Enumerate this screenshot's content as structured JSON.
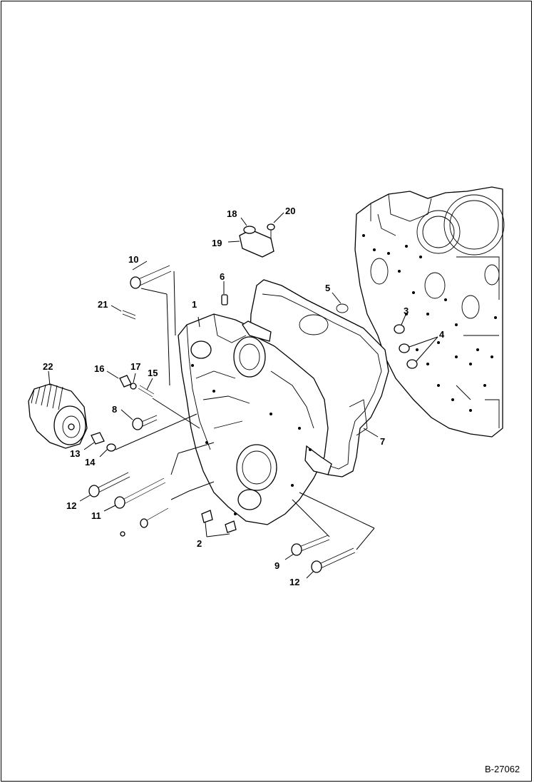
{
  "drawing": {
    "reference": "B-27062",
    "callouts": [
      {
        "id": "c1",
        "label": "1"
      },
      {
        "id": "c2",
        "label": "2"
      },
      {
        "id": "c3",
        "label": "3"
      },
      {
        "id": "c4",
        "label": "4"
      },
      {
        "id": "c5",
        "label": "5"
      },
      {
        "id": "c6",
        "label": "6"
      },
      {
        "id": "c7",
        "label": "7"
      },
      {
        "id": "c8",
        "label": "8"
      },
      {
        "id": "c9",
        "label": "9"
      },
      {
        "id": "c10",
        "label": "10"
      },
      {
        "id": "c11",
        "label": "11"
      },
      {
        "id": "c12a",
        "label": "12"
      },
      {
        "id": "c12b",
        "label": "12"
      },
      {
        "id": "c13",
        "label": "13"
      },
      {
        "id": "c14",
        "label": "14"
      },
      {
        "id": "c15",
        "label": "15"
      },
      {
        "id": "c16",
        "label": "16"
      },
      {
        "id": "c17",
        "label": "17"
      },
      {
        "id": "c18",
        "label": "18"
      },
      {
        "id": "c19",
        "label": "19"
      },
      {
        "id": "c20",
        "label": "20"
      },
      {
        "id": "c21",
        "label": "21"
      },
      {
        "id": "c22",
        "label": "22"
      }
    ]
  }
}
